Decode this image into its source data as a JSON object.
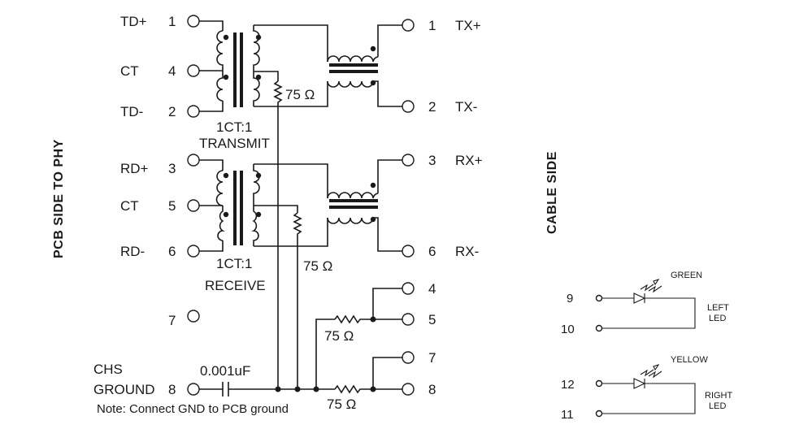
{
  "labels": {
    "pcb_side": "PCB SIDE TO PHY",
    "cable_side": "CABLE SIDE",
    "td_plus": "TD+",
    "ct_tx": "CT",
    "td_minus": "TD-",
    "rd_plus": "RD+",
    "ct_rx": "CT",
    "rd_minus": "RD-",
    "chs": "CHS",
    "ground": "GROUND",
    "transmit_ratio": "1CT:1",
    "transmit": "TRANSMIT",
    "receive_ratio": "1CT:1",
    "receive": "RECEIVE",
    "cap": "0.001uF",
    "note": "Note: Connect GND to PCB ground",
    "res1": "75 Ω",
    "res2": "75 Ω",
    "res3": "75 Ω",
    "res4": "75 Ω",
    "tx_plus": "TX+",
    "tx_minus": "TX-",
    "rx_plus": "RX+",
    "rx_minus": "RX-",
    "green": "GREEN",
    "yellow": "YELLOW",
    "left_led_1": "LEFT",
    "left_led_2": "LED",
    "right_led_1": "RIGHT",
    "right_led_2": "LED"
  },
  "pins_left": {
    "td_plus": "1",
    "ct_tx": "4",
    "td_minus": "2",
    "rd_plus": "3",
    "ct_rx": "5",
    "rd_minus": "6",
    "p7": "7",
    "chs": "8"
  },
  "pins_right": {
    "tx_plus": "1",
    "tx_minus": "2",
    "rx_plus": "3",
    "rx_minus": "6",
    "p4": "4",
    "p5": "5",
    "p7": "7",
    "p8": "8"
  },
  "pins_led": {
    "p9": "9",
    "p10": "10",
    "p12": "12",
    "p11": "11"
  }
}
